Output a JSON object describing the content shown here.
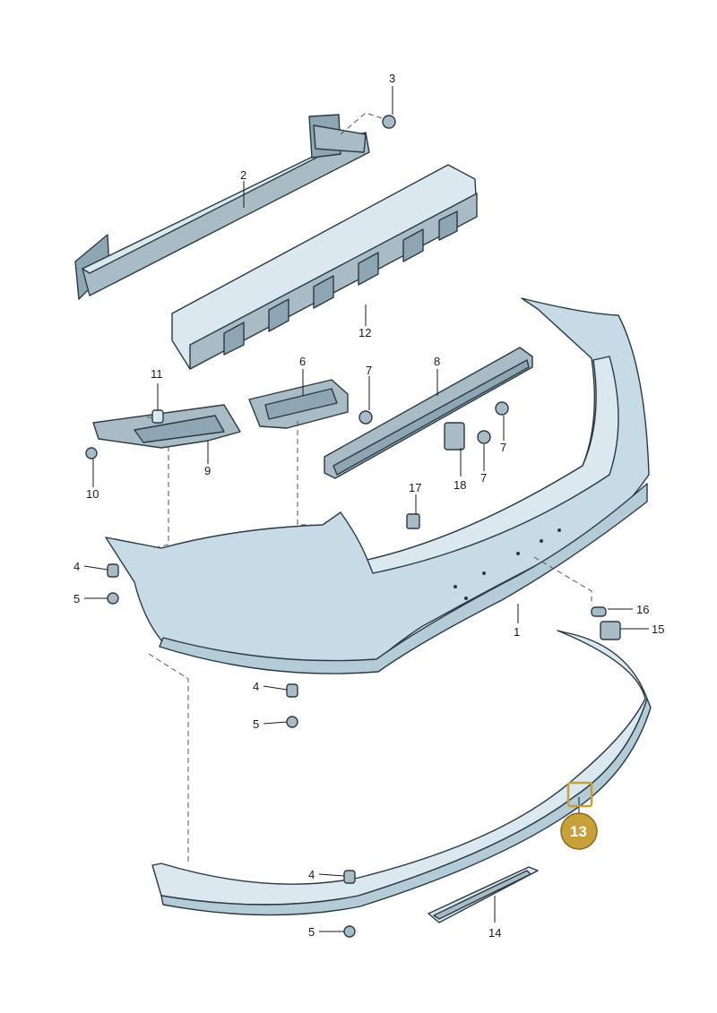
{
  "diagram": {
    "highlight_color": "#c8a03a",
    "callouts": [
      {
        "id": "c1",
        "text": "1"
      },
      {
        "id": "c2",
        "text": "2"
      },
      {
        "id": "c3",
        "text": "3"
      },
      {
        "id": "c4a",
        "text": "4"
      },
      {
        "id": "c4b",
        "text": "4"
      },
      {
        "id": "c4c",
        "text": "4"
      },
      {
        "id": "c5a",
        "text": "5"
      },
      {
        "id": "c5b",
        "text": "5"
      },
      {
        "id": "c5c",
        "text": "5"
      },
      {
        "id": "c6",
        "text": "6"
      },
      {
        "id": "c7a",
        "text": "7"
      },
      {
        "id": "c7b",
        "text": "7"
      },
      {
        "id": "c7c",
        "text": "7"
      },
      {
        "id": "c8",
        "text": "8"
      },
      {
        "id": "c9",
        "text": "9"
      },
      {
        "id": "c10",
        "text": "10"
      },
      {
        "id": "c11",
        "text": "11"
      },
      {
        "id": "c12",
        "text": "12"
      },
      {
        "id": "c13",
        "text": "13"
      },
      {
        "id": "c14",
        "text": "14"
      },
      {
        "id": "c15",
        "text": "15"
      },
      {
        "id": "c16",
        "text": "16"
      },
      {
        "id": "c17",
        "text": "17"
      },
      {
        "id": "c18",
        "text": "18"
      }
    ]
  }
}
